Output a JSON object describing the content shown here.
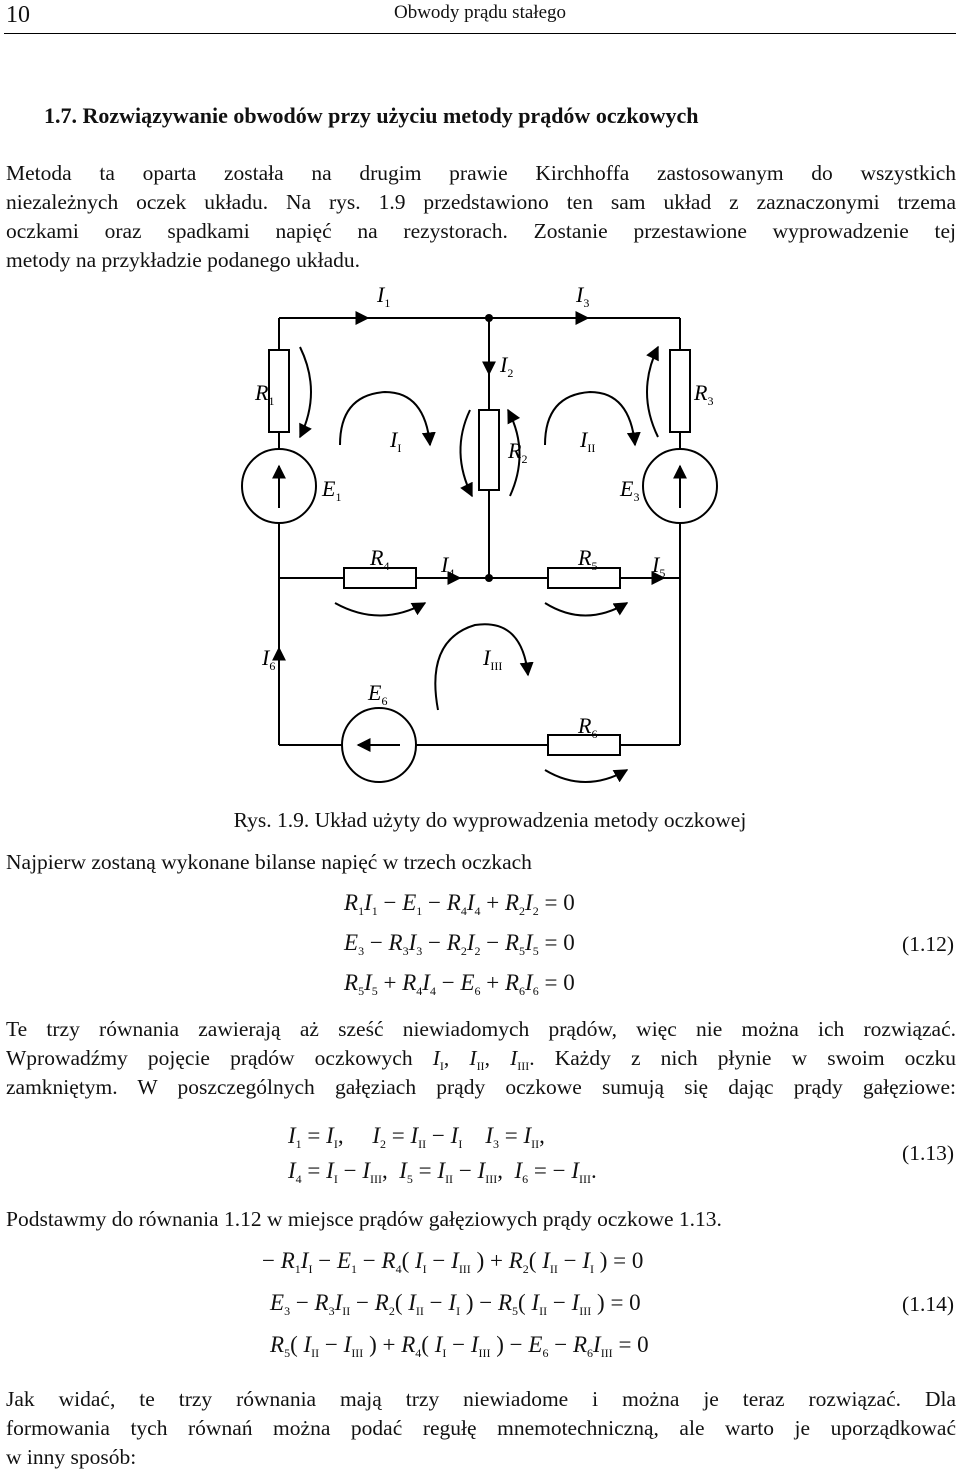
{
  "header": {
    "page_number": "10",
    "running_title": "Obwody prądu stałego"
  },
  "section": {
    "title": "1.7. Rozwiązywanie obwodów przy użyciu metody prądów oczkowych"
  },
  "intro": {
    "lines": [
      "Metoda ta oparta została na drugim prawie Kirchhoffa zastosowanym do wszystkich",
      "niezależnych oczek układu. Na rys. 1.9 przedstawiono ten sam układ z zaznaczonymi trzema",
      "oczkami oraz spadkami napięć na rezystorach. Zostanie przestawione wyprowadzenie tej",
      "metody na przykładzie podanego układu."
    ]
  },
  "figure": {
    "labels": {
      "R1": "R",
      "R1s": "1",
      "R2": "R",
      "R2s": "2",
      "R3": "R",
      "R3s": "3",
      "R4": "R",
      "R4s": "4",
      "R5": "R",
      "R5s": "5",
      "R6": "R",
      "R6s": "6",
      "E1": "E",
      "E1s": "1",
      "E3": "E",
      "E3s": "3",
      "E6": "E",
      "E6s": "6",
      "I1": "I",
      "I1s": "1",
      "I2": "I",
      "I2s": "2",
      "I3": "I",
      "I3s": "3",
      "I4": "I",
      "I4s": "4",
      "I5": "I",
      "I5s": "5",
      "I6": "I",
      "I6s": "6",
      "II": "I",
      "IIs": "I",
      "III": "I",
      "IIIs": "II",
      "IIII": "I",
      "IIIIs": "III"
    },
    "caption": "Rys. 1.9. Układ użyty do wyprowadzenia metody oczkowej"
  },
  "text2": "Najpierw zostaną wykonane bilanse napięć w trzech oczkach",
  "eq12": {
    "number": "(1.12)"
  },
  "text3": {
    "lines": [
      "Te trzy równania zawierają aż sześć niewiadomych prądów, więc nie można ich rozwiązać.",
      "Wprowadźmy pojęcie prądów oczkowych I",
      "zamkniętym. W poszczególnych gałęziach prądy oczkowe sumują się dając prądy gałęziowe:"
    ],
    "line2_parts": [
      "Wprowadźmy pojęcie prądów oczkowych ",
      "I",
      "I",
      ", ",
      "I",
      "II",
      ", ",
      "I",
      "III",
      ". Każdy z nich płynie w swoim oczku"
    ]
  },
  "eq13": {
    "number": "(1.13)"
  },
  "text4": "Podstawmy do równania 1.12 w miejsce prądów gałęziowych prądy oczkowe 1.13.",
  "eq14": {
    "number": "(1.14)"
  },
  "text5": {
    "lines": [
      "Jak widać, te trzy równania mają trzy niewiadome i można je teraz rozwiązać. Dla",
      "formowania tych równań można podać regułę mnemotechniczną, ale warto je uporządkować",
      "w inny sposób:"
    ]
  }
}
